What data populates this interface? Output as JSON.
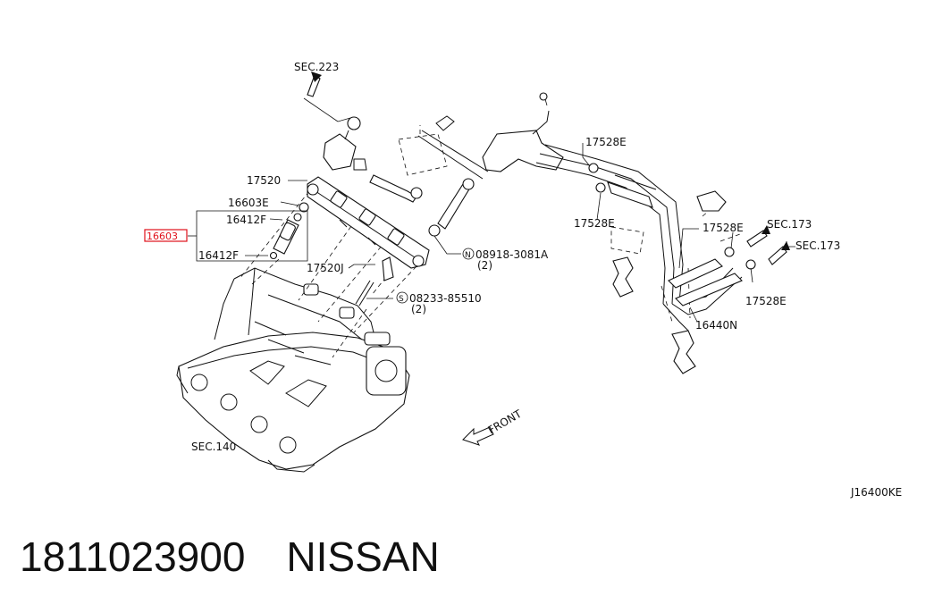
{
  "diagram": {
    "labels": {
      "sec223": "SEC.223",
      "p17520": "17520",
      "p16603e": "16603E",
      "p16412f_top": "16412F",
      "p16603_highlight": "16603",
      "p16412f_bottom": "16412F",
      "p17520j": "17520J",
      "n08918": "08918-3081A",
      "n08918_qty": "(2)",
      "s08233": "08233-85510",
      "s08233_qty": "(2)",
      "sec140": "SEC.140",
      "front": "FRONT",
      "p17528e_1": "17528E",
      "p17528e_2": "17528E",
      "p17528e_3": "17528E",
      "p17528e_4": "17528E",
      "sec173_a": "SEC.173",
      "sec173_b": "SEC.173",
      "p16440n": "16440N",
      "circle_n": "N",
      "circle_s": "S"
    },
    "highlight_color": "#e0101a",
    "drawing_code": "J16400KE"
  },
  "footer": {
    "part_number": "1811023900",
    "brand": "NISSAN"
  }
}
